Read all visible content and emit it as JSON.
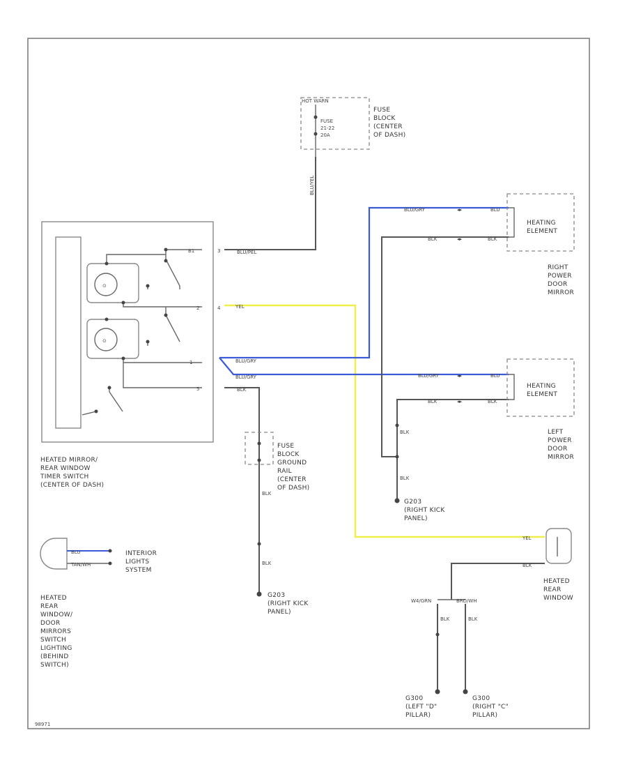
{
  "labels": {
    "hot_at_all_times": "HOT WARN",
    "fuse_block_top": [
      "FUSE",
      "BLOCK",
      "(CENTER",
      "OF DASH)"
    ],
    "fuse_top_inner": [
      "FUSE",
      "21-22",
      "20A"
    ],
    "right_mirror_element": [
      "HEATING",
      "ELEMENT"
    ],
    "right_mirror_name": [
      "RIGHT",
      "POWER",
      "DOOR",
      "MIRROR"
    ],
    "left_mirror_element": [
      "HEATING",
      "ELEMENT"
    ],
    "left_mirror_name": [
      "LEFT",
      "POWER",
      "DOOR",
      "MIRROR"
    ],
    "switch_name": [
      "HEATED MIRROR/",
      "REAR WINDOW",
      "TIMER SWITCH",
      "(CENTER OF DASH)"
    ],
    "fuse_ground": [
      "FUSE",
      "BLOCK",
      "GROUND",
      "RAIL",
      "(CENTER",
      "OF DASH)"
    ],
    "g203_right_kick": [
      "G203",
      "(RIGHT KICK",
      "PANEL)"
    ],
    "g203_lower": [
      "G203",
      "(RIGHT KICK",
      "PANEL)"
    ],
    "interior_lights": [
      "INTERIOR",
      "LIGHTS",
      "SYSTEM"
    ],
    "lighting_switch": [
      "HEATED",
      "REAR",
      "WINDOW/",
      "DOOR",
      "MIRRORS",
      "SWITCH",
      "LIGHTING",
      "(BEHIND",
      "SWITCH)"
    ],
    "heated_rear_window": [
      "HEATED",
      "REAR",
      "WINDOW"
    ],
    "g300_left": [
      "G300",
      "(LEFT \"D\"",
      "PILLAR)"
    ],
    "g300_right": [
      "G300",
      "(RIGHT \"C\"",
      "PILLAR)"
    ],
    "rear_connector_left": "W4/GRN",
    "rear_connector_right": "BRD/WH",
    "footer_code": "98971"
  },
  "wires": {
    "blu_pel": "BLU/PEL",
    "yel": "YEL",
    "blu_gry_top": "BLU/GRY",
    "blu_gry_bottom": "BLU/GRY",
    "blk": "BLK",
    "blu_gry_r": "BLU/GRY",
    "blk_r": "BLK",
    "blu_gry_l": "BLU/GRY",
    "blk_l": "BLK",
    "blk_r2": "BLK",
    "blk_l2": "BLK",
    "yel_rear": "YEL",
    "blk_rear": "BLK",
    "blk_gnd1": "BLK",
    "blk_gnd2": "BLK",
    "blu_hot": "BLU/YEL",
    "blu": "BLU",
    "tan_wh": "TAN/WH",
    "blk_p1": "BLK",
    "blk_p2": "BLK",
    "blk_p3": "BLK",
    "blk_p4": "BLK"
  },
  "pins": {
    "p_top": "B1",
    "p_right1": "3",
    "p_right2": "4",
    "p_yel": "2",
    "p_bg": "1",
    "p_blk": "5"
  },
  "colors": {
    "blue_wire": "#3a5bd9",
    "yellow_wire": "#f0ef4a",
    "black_wire": "#555555"
  }
}
